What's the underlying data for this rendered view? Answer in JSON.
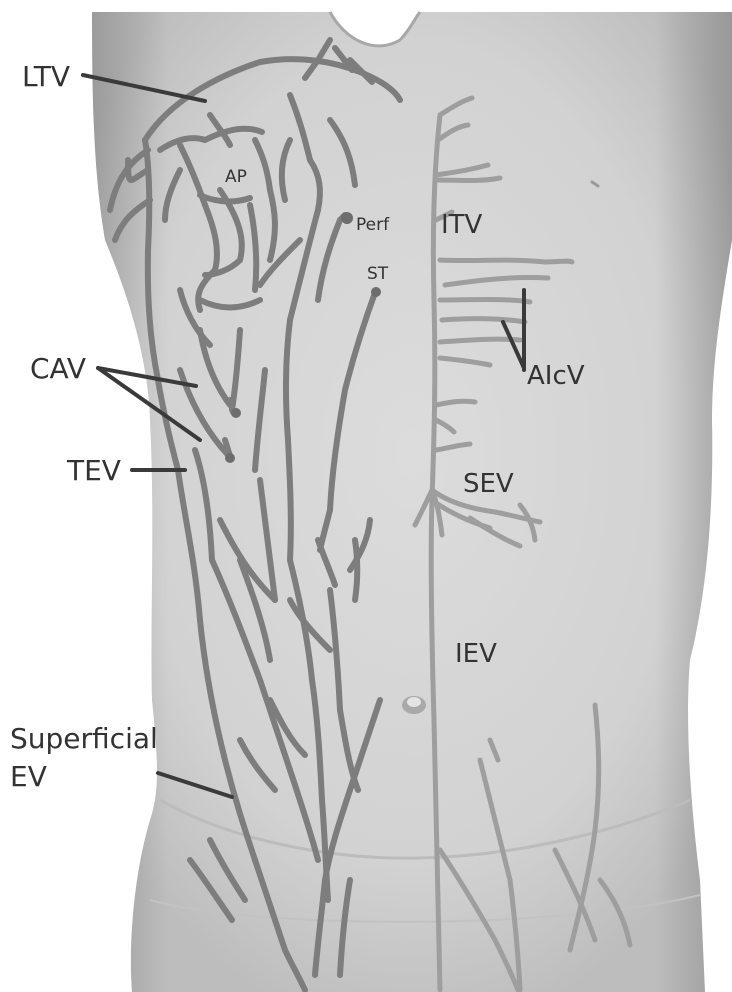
{
  "labels": {
    "ltv": "LTV",
    "cav": "CAV",
    "tev": "TEV",
    "superficial_line1": "Superficial",
    "superficial_line2": "EV",
    "ap": "AP",
    "perf": "Perf",
    "st": "ST",
    "itv": "ITV",
    "aicv": "AIcV",
    "sev": "SEV",
    "iev": "IEV"
  },
  "colors": {
    "background": "#ffffff",
    "torso": "#d6d6d6",
    "left_veins": "#7d7d7d",
    "right_veins": "#9e9e9e",
    "label_text": "#333333"
  }
}
